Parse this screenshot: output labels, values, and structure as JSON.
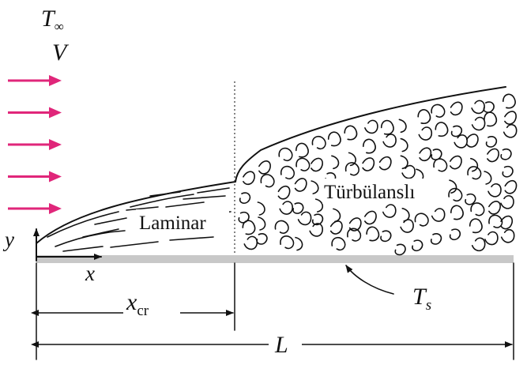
{
  "labels": {
    "t_inf_main": "T",
    "t_inf_sub": "∞",
    "velocity": "V",
    "laminar": "Laminar",
    "turbulent": "Türbülanslı",
    "y_axis": "y",
    "x_axis": "x",
    "x_cr_main": "x",
    "x_cr_sub": "cr",
    "t_s_main": "T",
    "t_s_sub": "s",
    "length": "L"
  },
  "colors": {
    "flow_arrow": "#e0267a",
    "plate": "#c8c8c8",
    "ink": "#111111"
  },
  "flow_arrows": {
    "count": 5,
    "icon": "right-arrow-icon"
  }
}
